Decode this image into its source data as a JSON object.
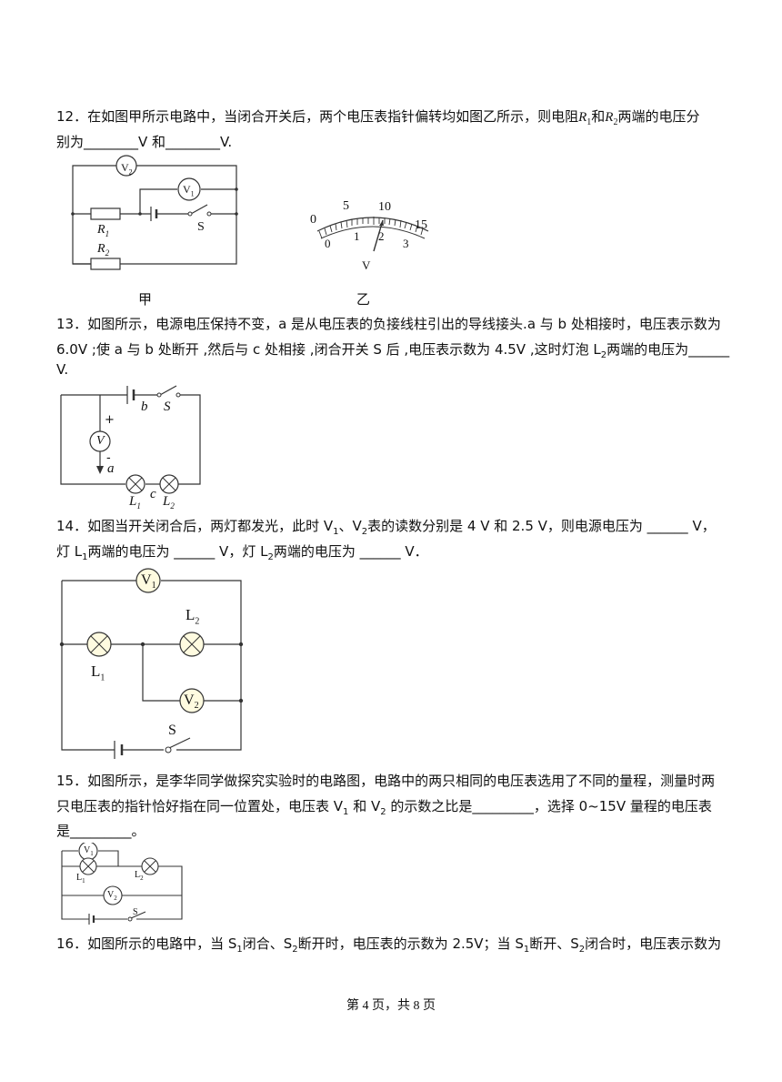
{
  "q12": {
    "line1": "12．在如图甲所示电路中，当闭合开关后，两个电压表指针偏转均如图乙所示，则电阻",
    "r1": "R",
    "r1_sub": "1",
    "and": "和",
    "r2": "R",
    "r2_sub": "2",
    "line1_end": "两端的电压分",
    "line2": "别为________V 和________V.",
    "fig_labels": {
      "v2": "V",
      "v2_sub": "2",
      "v1": "V",
      "v1_sub": "1",
      "r1": "R",
      "r1_sub": "1",
      "r2": "R",
      "r2_sub": "2",
      "s": "S",
      "caption_left": "甲",
      "caption_right": "乙",
      "meter_unit": "V",
      "upper_scale": [
        "0",
        "5",
        "10",
        "15"
      ],
      "lower_scale": [
        "0",
        "1",
        "2",
        "3"
      ]
    }
  },
  "q13": {
    "line1": "13．如图所示，电源电压保持不变，a 是从电压表的负接线柱引出的导线接头.a 与 b 处相接时，电压表示数为",
    "line2": "6.0V ;使 a 与 b 处断开 ,然后与 c 处相接 ,闭合开关 S 后 ,电压表示数为 4.5V ,这时灯泡 L",
    "line2_sub": "2",
    "line2_end": "两端的电压为______",
    "line3": "V.",
    "fig_labels": {
      "b": "b",
      "s": "S",
      "plus": "+",
      "v": "V",
      "minus": "-",
      "a": "a",
      "l1": "L",
      "l1_sub": "1",
      "c": "c",
      "l2": "L",
      "l2_sub": "2"
    }
  },
  "q14": {
    "line1": "14．如图当开关闭合后，两灯都发光，此时 V",
    "line1_sub1": "1",
    "line1_mid": "、V",
    "line1_sub2": "2",
    "line1_end": "表的读数分别是 4 V 和 2.5 V，则电源电压为  ______ V，",
    "line2_a": "灯 L",
    "line2_sub1": "1",
    "line2_b": "两端的电压为  ______ V，灯 L",
    "line2_sub2": "2",
    "line2_c": "两端的电压为  ______ V．",
    "fig_labels": {
      "v1": "V",
      "v1_sub": "1",
      "l2": "L",
      "l2_sub": "2",
      "l1": "L",
      "l1_sub": "1",
      "v2": "V",
      "v2_sub": "2",
      "s": "S"
    }
  },
  "q15": {
    "line1": "15．如图所示，是李华同学做探究实验时的电路图，电路中的两只相同的电压表选用了不同的量程，测量时两",
    "line2_a": "只电压表的指针恰好指在同一位置处，电压表 V",
    "line2_sub1": "1",
    "line2_b": " 和 V",
    "line2_sub2": "2",
    "line2_c": " 的示数之比是_________，选择 0~15V 量程的电压表",
    "line3": "是_________。",
    "fig_labels": {
      "v1": "V",
      "v1_sub": "1",
      "l1": "L",
      "l1_sub": "1",
      "l2": "L",
      "l2_sub": "2",
      "v2": "V",
      "v2_sub": "2",
      "s": "S"
    }
  },
  "q16": {
    "line1_a": "16．如图所示的电路中，当 S",
    "sub1": "1",
    "line1_b": "闭合、S",
    "sub2": "2",
    "line1_c": "断开时，电压表的示数为 2.5V；当 S",
    "sub3": "1",
    "line1_d": "断开、S",
    "sub4": "2",
    "line1_e": "闭合时，电压表示数为"
  },
  "footer": "第 4 页，共 8 页"
}
